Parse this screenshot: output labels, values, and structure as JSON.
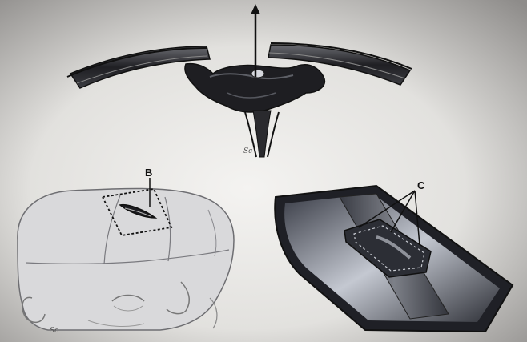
{
  "labels": {
    "b": "B",
    "c": "C"
  },
  "signatures": [
    "Sc",
    "Sc"
  ],
  "colors": {
    "background_light": "#ecebe8",
    "background_dark": "#9c9a98",
    "tissue_dark": "#2a2a2e",
    "scalp_light": "#c9ccd3",
    "line": "#1a1a1a"
  }
}
